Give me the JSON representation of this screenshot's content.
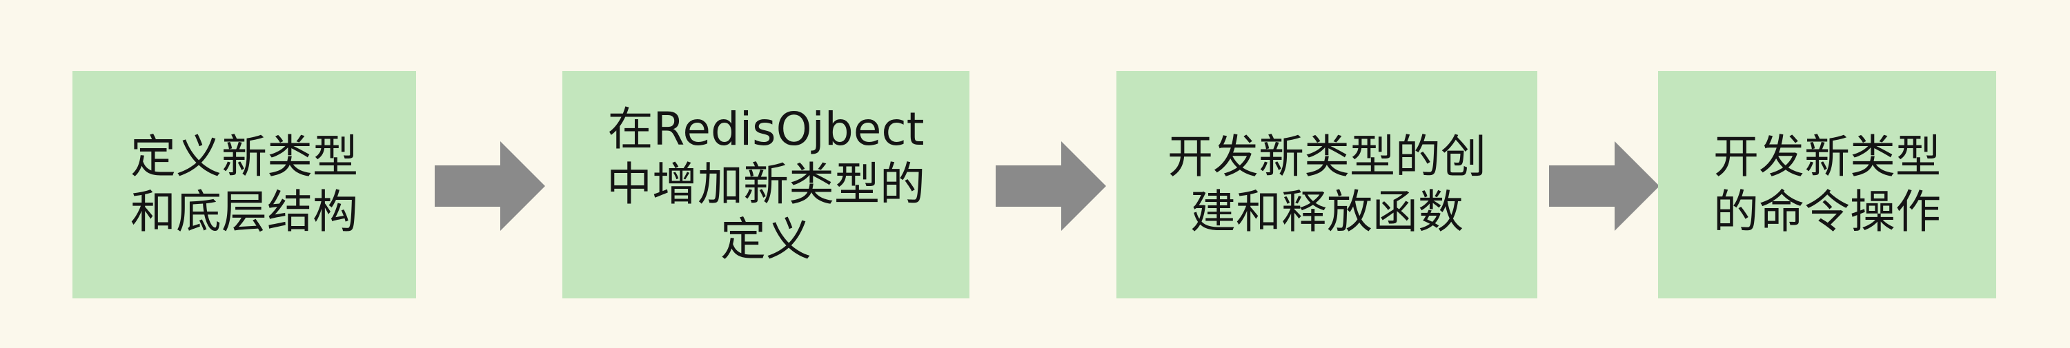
{
  "steps": [
    {
      "text": "定义新类型\n和底层结构"
    },
    {
      "text": "在RedisOjbect\n中增加新类型的\n定义"
    },
    {
      "text": "开发新类型的创\n建和释放函数"
    },
    {
      "text": "开发新类型\n的命令操作"
    }
  ],
  "colors": {
    "background": "#fbf8ec",
    "box_fill": "#c3e6bd",
    "arrow_fill": "#8a8a8a",
    "text": "#141414"
  },
  "icons": {
    "connector": "right-arrow-icon"
  }
}
